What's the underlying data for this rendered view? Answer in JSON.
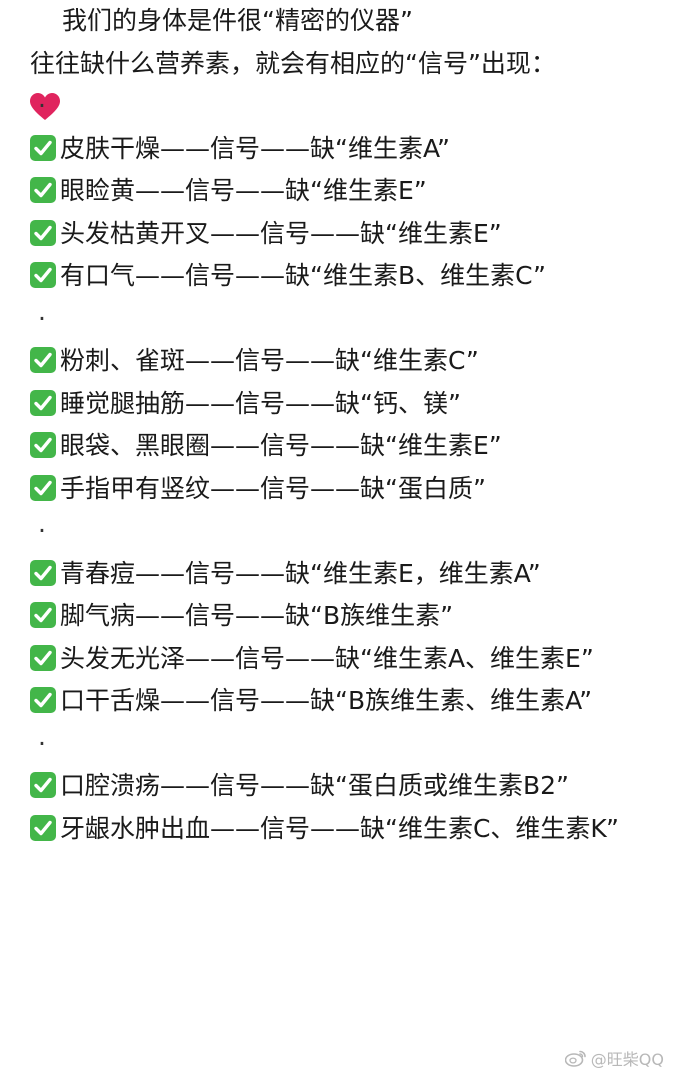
{
  "intro": {
    "title": "我们的身体是件很“精密的仪器”",
    "subtitle": "往往缺什么营养素，就会有相应的“信号”出现："
  },
  "separator": "·",
  "groups": [
    {
      "items": [
        "皮肤干燥——信号——缺“维生素A”",
        "眼睑黄——信号——缺“维生素E”",
        "头发枯黄开叉——信号——缺“维生素E”",
        "有口气——信号——缺“维生素B、维生素C”"
      ]
    },
    {
      "items": [
        "粉刺、雀斑——信号——缺“维生素C”",
        "睡觉腿抽筋——信号——缺“钙、镁”",
        "眼袋、黑眼圈——信号——缺“维生素E”",
        "手指甲有竖纹——信号——缺“蛋白质”"
      ]
    },
    {
      "items": [
        "青春痘——信号——缺“维生素E，维生素A”",
        "脚气病——信号——缺“B族维生素”",
        "头发无光泽——信号——缺“维生素A、维生素E”",
        "口干舌燥——信号——缺“B族维生素、维生素A”"
      ]
    },
    {
      "items": [
        "口腔溃疡——信号——缺“蛋白质或维生素B2”",
        "牙龈水肿出血——信号——缺“维生素C、维生素K”"
      ]
    }
  ],
  "watermark": {
    "text": "@旺柴QQ",
    "icon": "weibo-icon"
  },
  "colors": {
    "heart": "#e0245e",
    "check": "#43b649",
    "text": "#1a1a1a",
    "watermark": "#b8b8b8"
  }
}
